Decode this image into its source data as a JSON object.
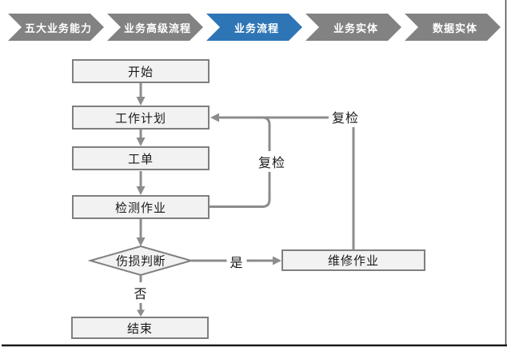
{
  "nav": {
    "active_color": "#2E75B6",
    "inactive_color": "#828282",
    "items": [
      {
        "label": "五大业务能力",
        "active": false
      },
      {
        "label": "业务高级流程",
        "active": false
      },
      {
        "label": "业务流程",
        "active": true
      },
      {
        "label": "业务实体",
        "active": false
      },
      {
        "label": "数据实体",
        "active": false
      }
    ]
  },
  "flowchart": {
    "nodes": {
      "start": "开始",
      "plan": "工作计划",
      "order": "工单",
      "inspect": "检测作业",
      "decision": "伤损判断",
      "repair": "维修作业",
      "end": "结束"
    },
    "edge_labels": {
      "yes": "是",
      "no": "否",
      "recheck_inner": "复检",
      "recheck_outer": "复检"
    },
    "colors": {
      "node_fill": "#F2F2F2",
      "node_border": "#7F7F7F",
      "connector": "#8C8C8C",
      "text": "#1A1A1A"
    }
  }
}
